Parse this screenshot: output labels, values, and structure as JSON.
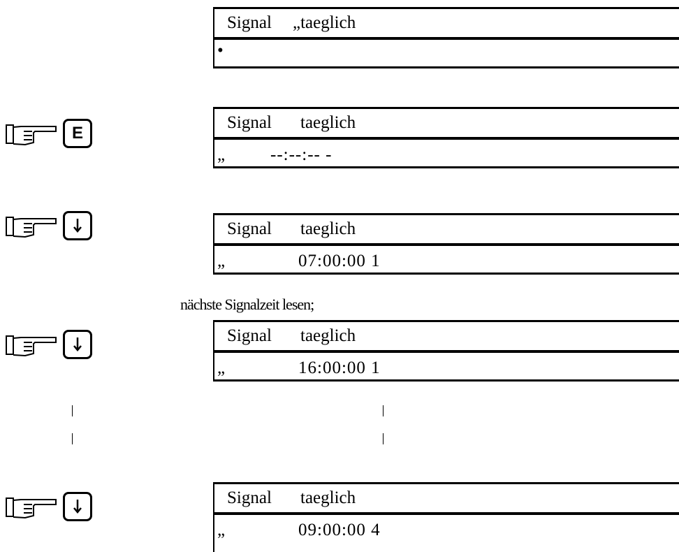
{
  "displays": [
    {
      "title": "Signal",
      "mode": "„taeglich",
      "mark": "•",
      "time": ""
    },
    {
      "title": "Signal",
      "mode": "taeglich",
      "mark": "„",
      "time": "--:--:-- -"
    },
    {
      "title": "Signal",
      "mode": "taeglich",
      "mark": "„",
      "time": "07:00:00 1"
    },
    {
      "title": "Signal",
      "mode": "taeglich",
      "mark": "„",
      "time": "16:00:00 1"
    },
    {
      "title": "Signal",
      "mode": "taeglich",
      "mark": "„",
      "time": "09:00:00 4"
    }
  ],
  "keys": [
    {
      "icon": "pointing-hand-icon",
      "key_icon": "enter-key",
      "label": "E"
    },
    {
      "icon": "pointing-hand-icon",
      "key_icon": "arrow-down-key",
      "label": ""
    },
    {
      "icon": "pointing-hand-icon",
      "key_icon": "arrow-down-key",
      "label": ""
    },
    {
      "icon": "pointing-hand-icon",
      "key_icon": "arrow-down-key",
      "label": ""
    }
  ],
  "caption": "nächste Signalzeit lesen;"
}
